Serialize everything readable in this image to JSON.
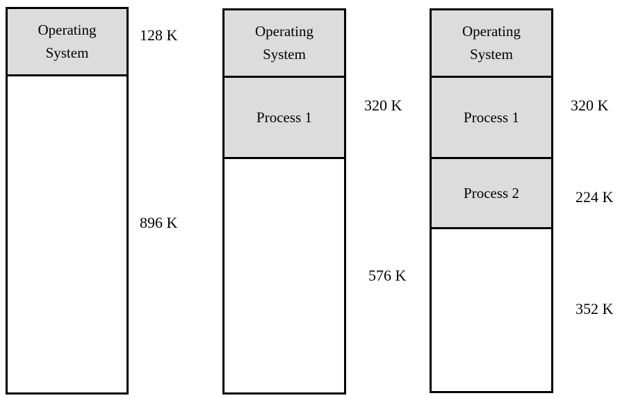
{
  "colors": {
    "background": "#ffffff",
    "segment_gray": "#dcdcdc",
    "segment_white": "#ffffff",
    "border": "#000000",
    "text": "#000000"
  },
  "columns": [
    {
      "segments": [
        {
          "label": "Operating\nSystem",
          "fill": "gray"
        },
        {
          "label": "",
          "fill": "white"
        }
      ],
      "annotations": [
        {
          "text": "128 K"
        },
        {
          "text": "896 K"
        }
      ]
    },
    {
      "segments": [
        {
          "label": "Operating\nSystem",
          "fill": "gray"
        },
        {
          "label": "Process 1",
          "fill": "gray"
        },
        {
          "label": "",
          "fill": "white"
        }
      ],
      "annotations": [
        {
          "text": "320 K"
        },
        {
          "text": "576 K"
        }
      ]
    },
    {
      "segments": [
        {
          "label": "Operating\nSystem",
          "fill": "gray"
        },
        {
          "label": "Process 1",
          "fill": "gray"
        },
        {
          "label": "Process 2",
          "fill": "gray"
        },
        {
          "label": "",
          "fill": "white"
        }
      ],
      "annotations": [
        {
          "text": "320 K"
        },
        {
          "text": "224 K"
        },
        {
          "text": "352 K"
        }
      ]
    }
  ]
}
